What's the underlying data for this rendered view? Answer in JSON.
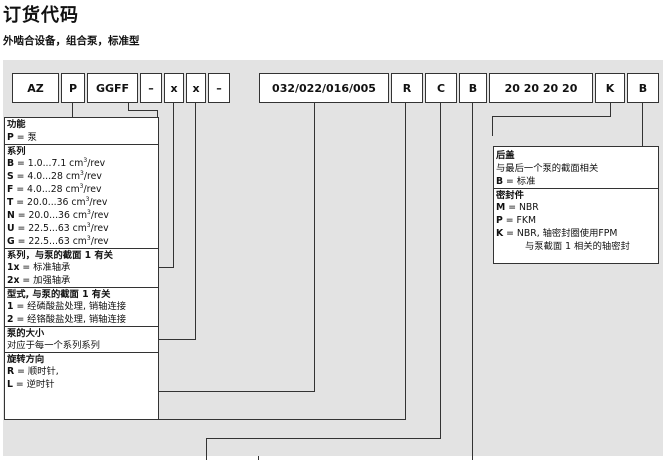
{
  "header": {
    "title": "订货代码",
    "subtitle": "外啮合设备，组合泵，标准型"
  },
  "code": [
    "AZ",
    "P",
    "GGFF",
    "–",
    "x",
    "x",
    "–",
    "032/022/016/005",
    "R",
    "C",
    "B",
    "20 20 20 20",
    "K",
    "B"
  ],
  "left_box": {
    "function_title": "功能",
    "function_item": {
      "k": "P",
      "v": " = 泵"
    },
    "series_title": "系列",
    "series": [
      {
        "k": "B",
        "v": " =  1.0...7.1 cm",
        "u": "3",
        "t": "/rev"
      },
      {
        "k": "S",
        "v": " =  4.0...28 cm",
        "u": "3",
        "t": "/rev"
      },
      {
        "k": "F",
        "v": " =  4.0...28 cm",
        "u": "3",
        "t": "/rev"
      },
      {
        "k": "T",
        "v": " = 20.0...36 cm",
        "u": "3",
        "t": "/rev"
      },
      {
        "k": "N",
        "v": " = 20.0...36 cm",
        "u": "3",
        "t": "/rev"
      },
      {
        "k": "U",
        "v": " = 22.5...63 cm",
        "u": "3",
        "t": "/rev"
      },
      {
        "k": "G",
        "v": " = 22.5...63 cm",
        "u": "3",
        "t": "/rev"
      }
    ],
    "series_rel_title": "系列，与泵的截面 1 有关",
    "series_rel": [
      {
        "k": "1x",
        "v": " = 标准轴承"
      },
      {
        "k": "2x",
        "v": " = 加强轴承"
      }
    ],
    "type_title": "型式, 与泵的截面 1 有关",
    "type_items": [
      {
        "k": "1",
        "v": " = 经磷酸盐处理, 销轴连接"
      },
      {
        "k": "2",
        "v": " = 经铬酸盐处理, 销轴连接"
      }
    ],
    "size_title": "泵的大小",
    "size_desc": "对应于每一个系列系列",
    "rot_title": "旋转方向",
    "rot_items": [
      {
        "k": "R",
        "v": " = 顺时针,"
      },
      {
        "k": "L",
        "v": " = 逆时针"
      }
    ]
  },
  "right_box": {
    "cover_title": "后盖",
    "cover_desc": "与最后一个泵的截面相关",
    "cover_item": {
      "k": "B",
      "v": " = 标准"
    },
    "seal_title": "密封件",
    "seal_items": [
      {
        "k": "M",
        "v": " = NBR"
      },
      {
        "k": "P",
        "v": " = FKM"
      },
      {
        "k": "K",
        "v": " = NBR, 轴密封圈使用FPM"
      }
    ],
    "seal_cont": "与泵截面 1 相关的轴密封"
  }
}
